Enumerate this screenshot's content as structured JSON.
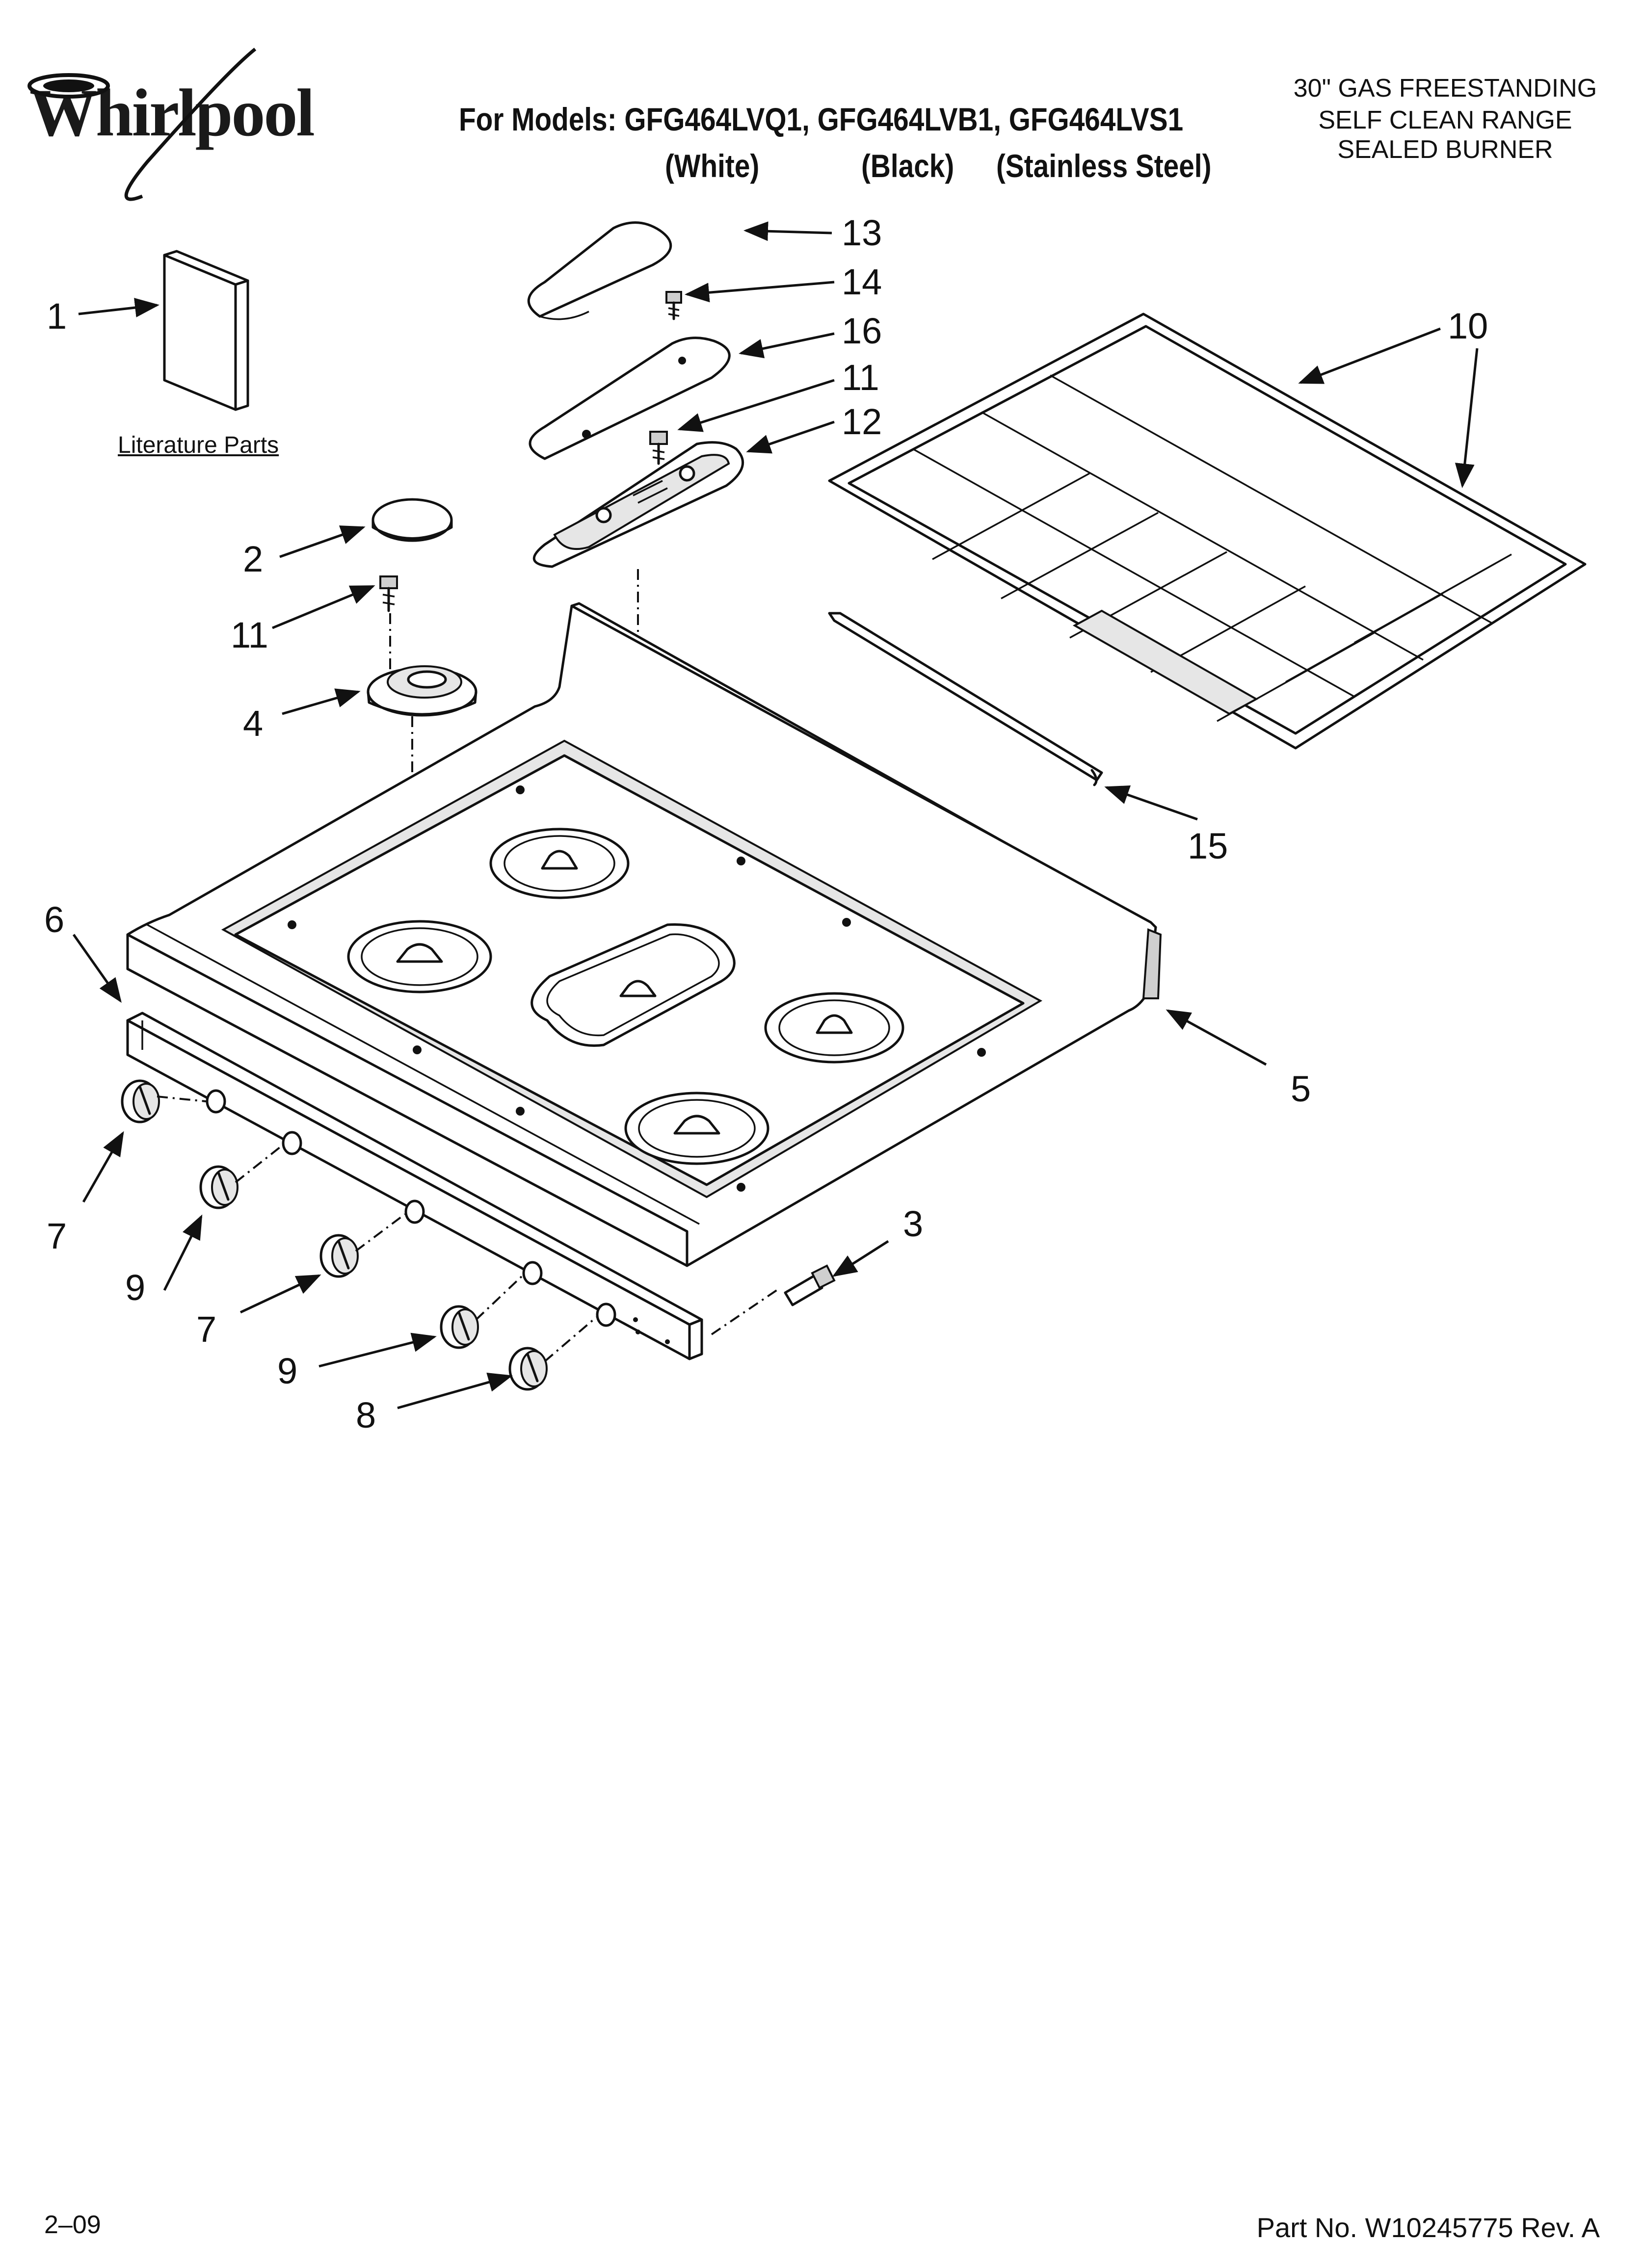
{
  "header": {
    "brand": "Whirlpool",
    "models_line": "For Models: GFG464LVQ1, GFG464LVB1, GFG464LVS1",
    "finishes": [
      "(White)",
      "(Black)",
      "(Stainless Steel)"
    ],
    "range_info": [
      "30\" GAS FREESTANDING",
      "SELF CLEAN RANGE",
      "SEALED BURNER"
    ]
  },
  "literature_label": "Literature Parts",
  "callouts": {
    "c1": "1",
    "c2": "2",
    "c3": "3",
    "c4": "4",
    "c5": "5",
    "c6": "6",
    "c7a": "7",
    "c7b": "7",
    "c8": "8",
    "c9a": "9",
    "c9b": "9",
    "c10": "10",
    "c11a": "11",
    "c11b": "11",
    "c12": "12",
    "c13": "13",
    "c14": "14",
    "c15": "15",
    "c16": "16"
  },
  "footer": {
    "date": "2–09",
    "part_no": "Part No. W10245775 Rev. A"
  }
}
